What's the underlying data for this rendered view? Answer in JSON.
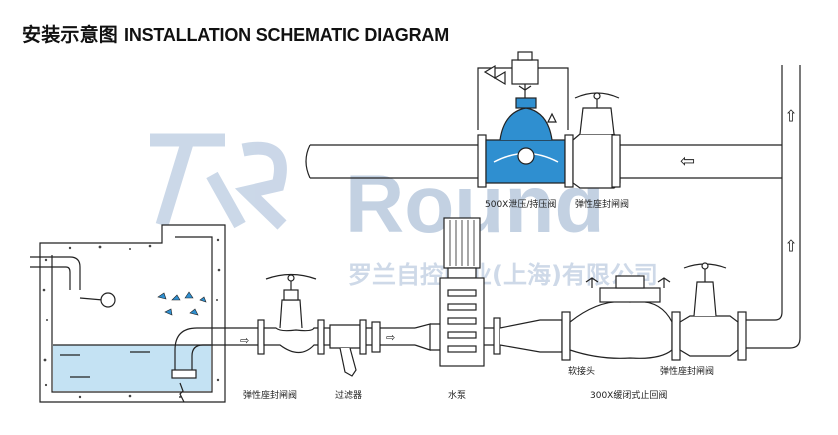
{
  "title": {
    "cn": "安装示意图",
    "en": "INSTALLATION SCHEMATIC DIAGRAM"
  },
  "watermark": {
    "brand": "Round",
    "company": "罗兰自控阀业(上海)有限公司"
  },
  "labels": {
    "relief_valve": "500X泄压/持压阀",
    "gate_valve_top": "弹性座封闸阀",
    "gate_valve_left": "弹性座封闸阀",
    "strainer": "过滤器",
    "pump": "水泵",
    "soft_joint": "软接头",
    "check_valve": "300X缓闭式止回阀",
    "gate_valve_right": "弹性座封闸阀"
  },
  "colors": {
    "line": "#222222",
    "valve_blue": "#2f8fd0",
    "water": "#c4e2f3",
    "watermark": "#b9c9de"
  }
}
